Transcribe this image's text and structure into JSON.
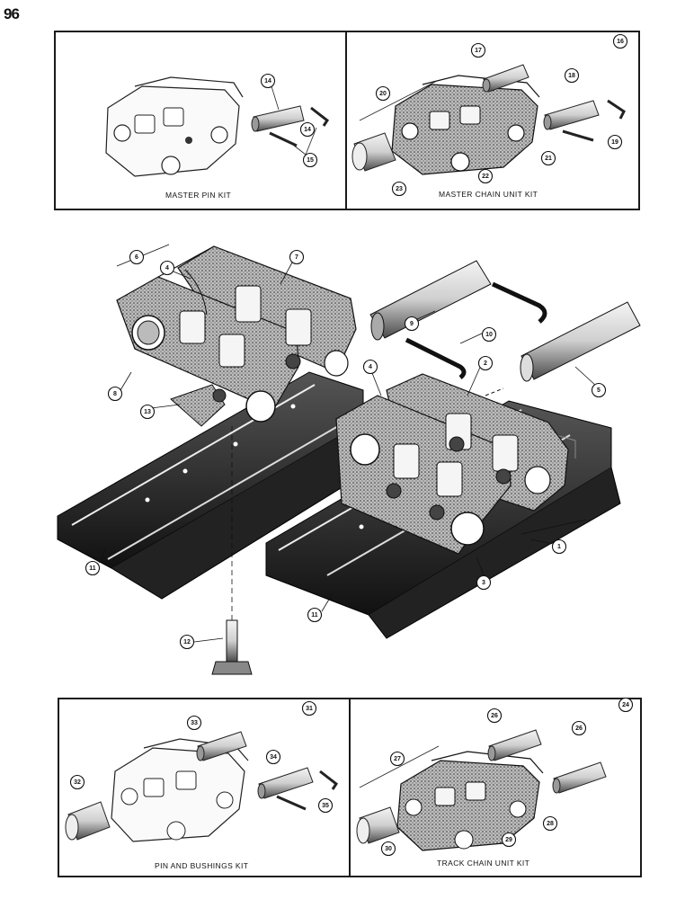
{
  "page_number": "96",
  "kits": {
    "master_pin_kit": {
      "title": "MASTER PIN KIT"
    },
    "master_chain_unit_kit": {
      "title": "MASTER CHAIN UNIT KIT"
    },
    "pin_and_bushings_kit": {
      "title": "PIN AND BUSHINGS KIT"
    },
    "track_chain_unit_kit": {
      "title": "TRACK CHAIN UNIT KIT"
    }
  },
  "callouts": {
    "top_left": [
      "14",
      "14",
      "15"
    ],
    "top_right": [
      "16",
      "17",
      "18",
      "19",
      "20",
      "21",
      "22",
      "23"
    ],
    "main": [
      "6",
      "4",
      "7",
      "8",
      "13",
      "9",
      "10",
      "5",
      "4",
      "2",
      "11",
      "11",
      "1",
      "3",
      "12"
    ],
    "bottom_left": [
      "31",
      "33",
      "34",
      "35",
      "32"
    ],
    "bottom_right": [
      "24",
      "26",
      "26",
      "27",
      "28",
      "29",
      "30"
    ]
  }
}
